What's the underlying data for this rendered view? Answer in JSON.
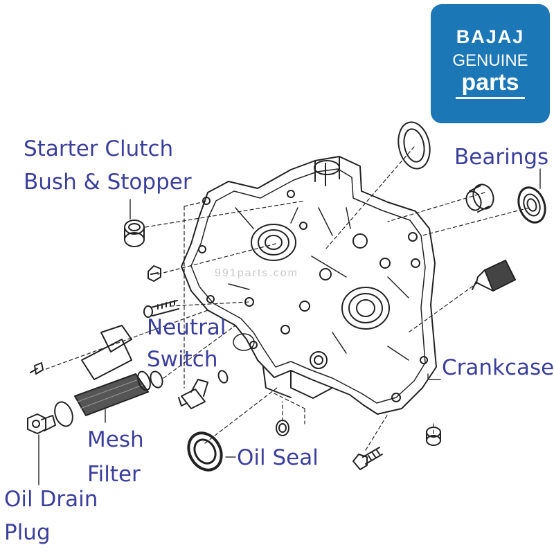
{
  "logo": {
    "line1": "BAJAJ",
    "line2": "GENUINE",
    "line3": "parts",
    "bg_color": "#1b77b6"
  },
  "watermark": "991parts.com",
  "label_color": "#3b3f9c",
  "labels": {
    "starter_clutch_line1": "Starter Clutch",
    "starter_clutch_line2": "Bush & Stopper",
    "bearings": "Bearings",
    "neutral_switch_line1": "Neutral",
    "neutral_switch_line2": "Switch",
    "crankcase": "Crankcase",
    "mesh_filter_line1": "Mesh",
    "mesh_filter_line2": "Filter",
    "oil_seal": "Oil Seal",
    "oil_drain_plug_line1": "Oil Drain",
    "oil_drain_plug_line2": "Plug"
  }
}
